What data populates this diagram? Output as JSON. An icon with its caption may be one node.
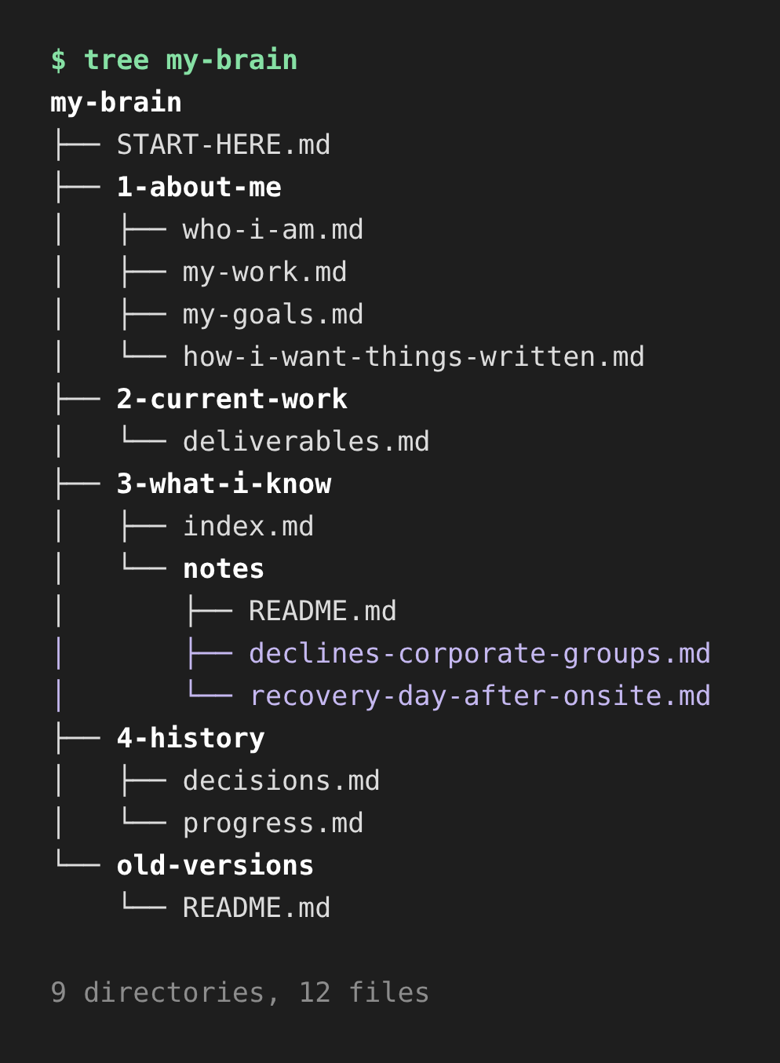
{
  "diagram": {
    "labels": [
      "$ tree my-brain",
      "my-brain",
      "├── START-HERE.md",
      "├── **1-about-me**",
      "│   ├── who-i-am.md",
      "│   ├── my-work.md",
      "│   ├── my-goals.md",
      "│   └── how-i-want-things-written.md",
      "├── **2-current-work**",
      "│   └── deliverables.md",
      "├── **3-what-i-know**",
      "│   ├── index.md",
      "│   └── **notes**",
      "│       ├── README.md",
      "│       ├── declines-corporate-groups.md",
      "│       └── recovery-day-after-onsite.md",
      "├── **4-history**",
      "│   ├── decisions.md",
      "│   └── progress.md",
      "└── **old-versions**",
      "    └── README.md",
      "9 directories, 12 files"
    ]
  }
}
